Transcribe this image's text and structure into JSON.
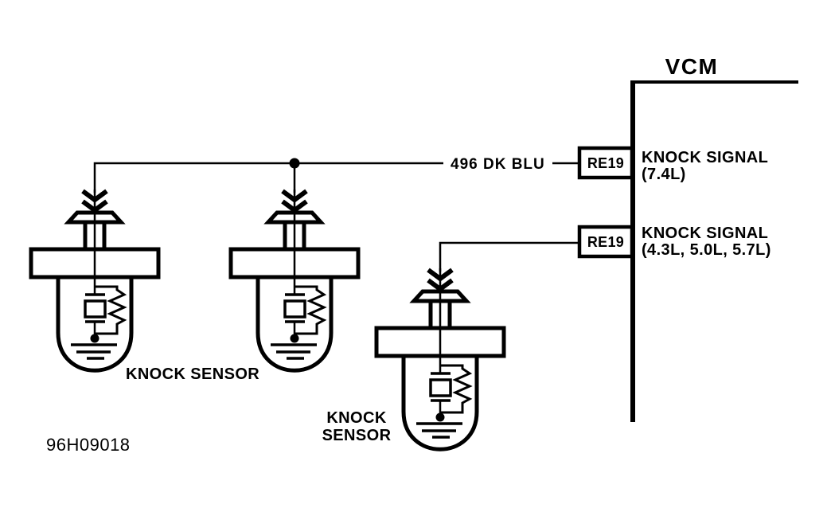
{
  "diagram": {
    "module_title": "VCM",
    "wire_label": "496 DK BLU",
    "connectors": [
      {
        "pin": "RE19",
        "signal_line1": "KNOCK SIGNAL",
        "signal_line2": "(7.4L)"
      },
      {
        "pin": "RE19",
        "signal_line1": "KNOCK SIGNAL",
        "signal_line2": "(4.3L, 5.0L, 5.7L)"
      }
    ],
    "sensors": {
      "count": 3,
      "group_label": "KNOCK SENSOR",
      "single_label_line1": "KNOCK",
      "single_label_line2": "SENSOR"
    },
    "figure_number": "96H09018",
    "colors": {
      "line": "#000000",
      "background": "#ffffff"
    }
  }
}
